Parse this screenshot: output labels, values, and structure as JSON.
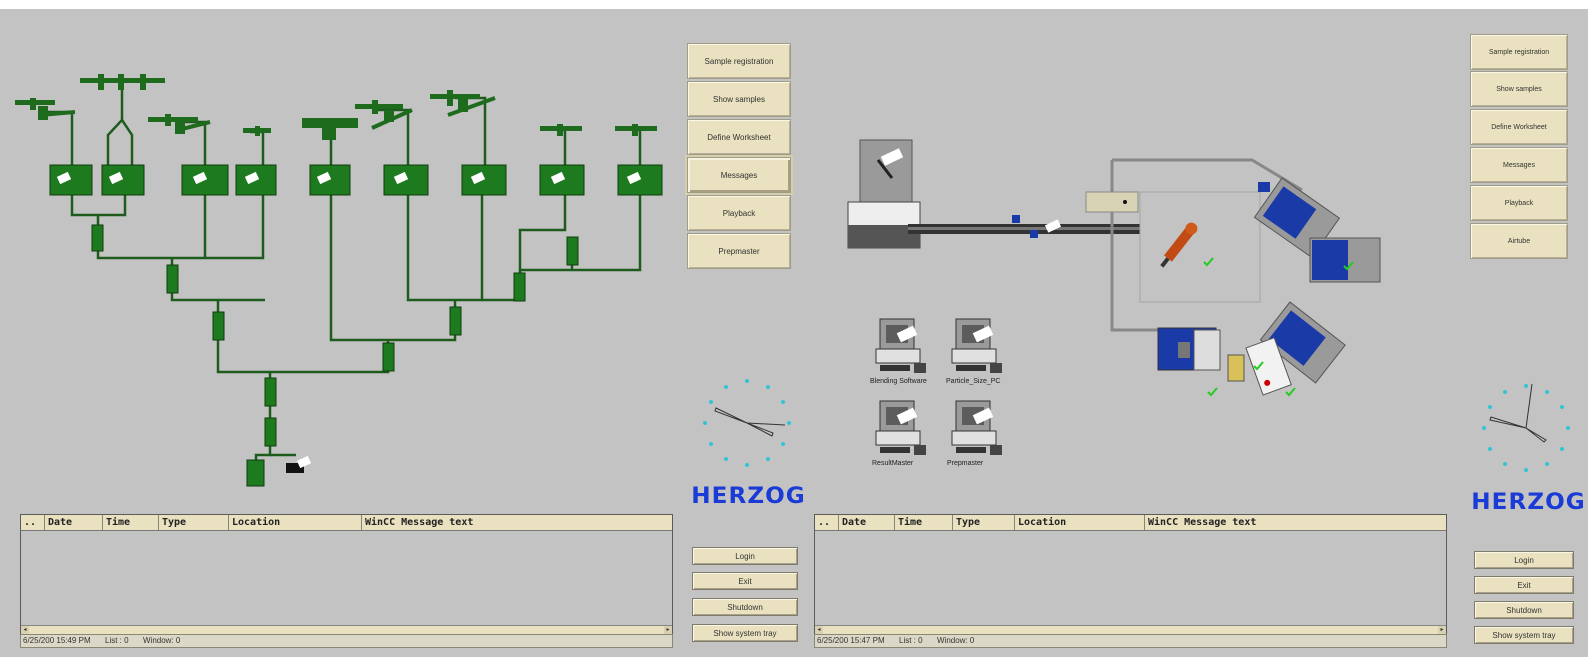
{
  "left_panel": {
    "nav_buttons": [
      {
        "label": "Sample registration"
      },
      {
        "label": "Show samples"
      },
      {
        "label": "Define Worksheet"
      },
      {
        "label": "Messages",
        "selected": true
      },
      {
        "label": "Playback"
      },
      {
        "label": "Prepmaster"
      }
    ],
    "logo": "HERZOG",
    "bottom_buttons": [
      "Login",
      "Exit",
      "Shutdown",
      "Show system tray"
    ],
    "message_table": {
      "columns": [
        "..",
        "Date",
        "Time",
        "Type",
        "Location",
        "WinCC Message text"
      ]
    },
    "status": {
      "datetime": "6/25/200 15:49 PM",
      "list": "List : 0",
      "window": "Window: 0"
    }
  },
  "right_panel": {
    "nav_buttons": [
      {
        "label": "Sample registration"
      },
      {
        "label": "Show samples"
      },
      {
        "label": "Define Worksheet"
      },
      {
        "label": "Messages"
      },
      {
        "label": "Playback"
      },
      {
        "label": "Airtube"
      }
    ],
    "logo": "HERZOG",
    "bottom_buttons": [
      "Login",
      "Exit",
      "Shutdown",
      "Show system tray"
    ],
    "message_table": {
      "columns": [
        "..",
        "Date",
        "Time",
        "Type",
        "Location",
        "WinCC Message text"
      ]
    },
    "status": {
      "datetime": "6/25/200 15:47 PM",
      "list": "List : 0",
      "window": "Window: 0"
    },
    "pc_labels": [
      "Blending Software",
      "Particle_Size_PC",
      "ResultMaster",
      "Prepmaster"
    ]
  },
  "colors": {
    "background": "#c3c3c3",
    "button_face": "#e9e1bf",
    "pipe_green": "#1e6b1e",
    "station_blue": "#1a3aa8",
    "logo_blue": "#1a3bd6",
    "clock_dot": "#33c4d4",
    "check_green": "#22cc22"
  },
  "icons": [
    "clock-icon",
    "robot-arm-icon",
    "workstation-pc-icon",
    "checkmark-icon",
    "scroll-left-icon",
    "scroll-right-icon"
  ]
}
